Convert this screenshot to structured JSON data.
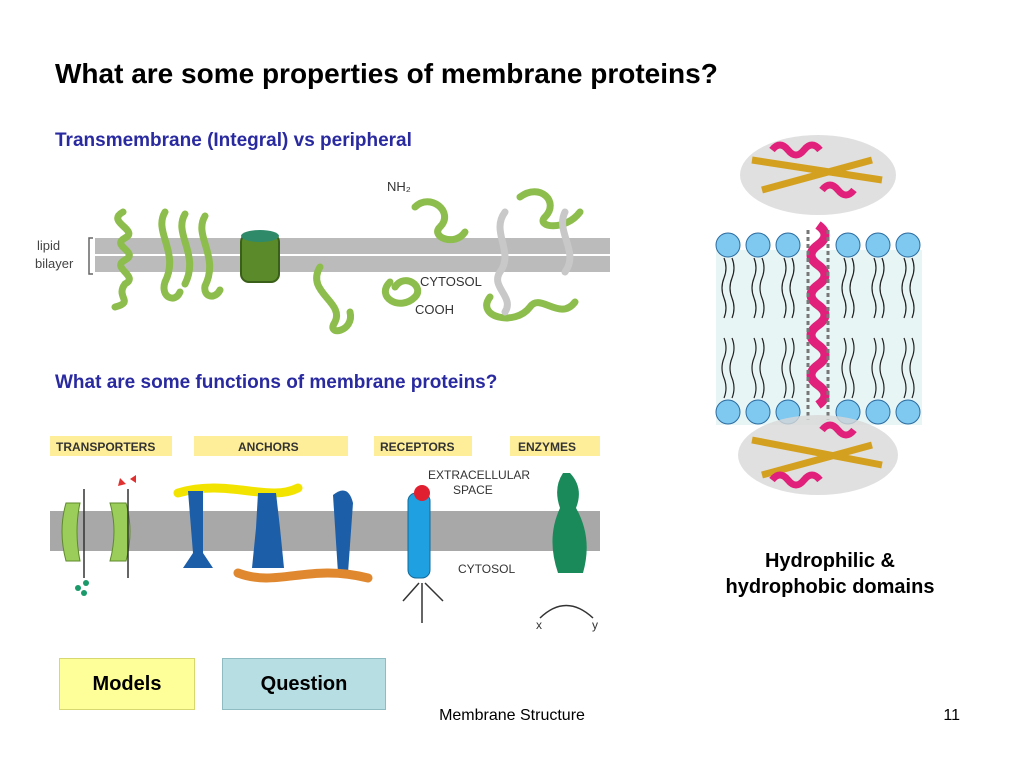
{
  "slide": {
    "title": "What are some properties of membrane proteins?",
    "subtitle_1": "Transmembrane (Integral) vs peripheral",
    "subtitle_2": "What are some functions of membrane proteins?",
    "caption": "Hydrophilic & hydrophobic domains",
    "footer": "Membrane Structure",
    "page_number": "11"
  },
  "figure_top": {
    "lipid_label_line1": "lipid",
    "lipid_label_line2": "bilayer",
    "nh2": "NH₂",
    "cytosol": "CYTOSOL",
    "cooh": "COOH"
  },
  "figure_bottom": {
    "labels": [
      "TRANSPORTERS",
      "ANCHORS",
      "RECEPTORS",
      "ENZYMES"
    ],
    "extracellular_line1": "EXTRACELLULAR",
    "extracellular_line2": "SPACE",
    "cytosol": "CYTOSOL",
    "x": "x",
    "y": "y"
  },
  "buttons": {
    "models": "Models",
    "question": "Question"
  },
  "colors": {
    "subtitle": "#2a2aa0",
    "models_bg": "#ffff99",
    "question_bg": "#b7dfe3",
    "protein_green": "#9acd5a",
    "membrane_gray": "#a8a8a8"
  }
}
